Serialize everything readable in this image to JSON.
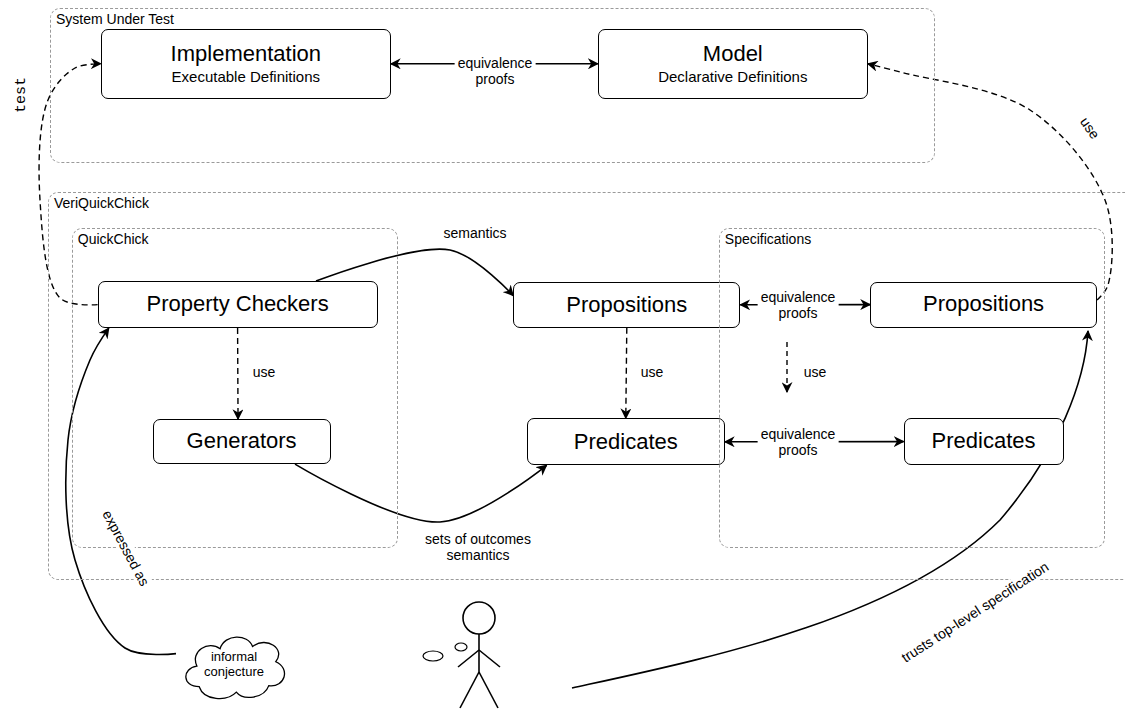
{
  "diagram": {
    "nodes": [
      {
        "text": [
          "System Under Test"
        ]
      },
      {
        "text": [
          "Implementation",
          "Executable Definitions"
        ],
        "in": 0
      },
      {
        "text": [
          "Model",
          "Declarative Definitions"
        ],
        "in": 0
      },
      {
        "text": [
          "VeriQuickChick"
        ]
      },
      {
        "text": [
          "QuickChick"
        ],
        "in": 3
      },
      {
        "text": [
          "Property Checkers"
        ],
        "in": 4
      },
      {
        "text": [
          "Generators"
        ],
        "in": 4
      },
      {
        "text": [
          "Propositions"
        ],
        "in": 3
      },
      {
        "text": [
          "Predicates"
        ],
        "in": 3
      },
      {
        "text": [
          "Specifications"
        ],
        "in": 3
      },
      {
        "text": [
          "Propositions"
        ],
        "in": 9
      },
      {
        "text": [
          "Predicates"
        ],
        "in": 9
      },
      {
        "text": [
          "informal conjecture"
        ]
      }
    ],
    "edges": [
      {
        "from": 1,
        "to": 2,
        "label": "equivalence proofs",
        "arrow": "both"
      },
      {
        "from": 5,
        "to": 1,
        "label": "test",
        "arrow": "to"
      },
      {
        "from": 10,
        "to": 2,
        "label": "use",
        "arrow": "to"
      },
      {
        "from": 5,
        "to": 7,
        "label": "semantics",
        "arrow": "to"
      },
      {
        "from": 5,
        "to": 6,
        "label": "use",
        "arrow": "to"
      },
      {
        "from": 6,
        "to": 8,
        "label": "sets of outcomes semantics",
        "arrow": "to"
      },
      {
        "from": 7,
        "to": 8,
        "label": "use",
        "arrow": "to"
      },
      {
        "from": 7,
        "to": 10,
        "label": "equivalence proofs",
        "arrow": "both"
      },
      {
        "from": 8,
        "to": 11,
        "label": "equivalence proofs",
        "arrow": "both"
      },
      {
        "from": 12,
        "to": 5,
        "label": "expressed as",
        "arrow": "to"
      }
    ],
    "labels": [
      "use",
      "trusts top-level specification"
    ]
  }
}
